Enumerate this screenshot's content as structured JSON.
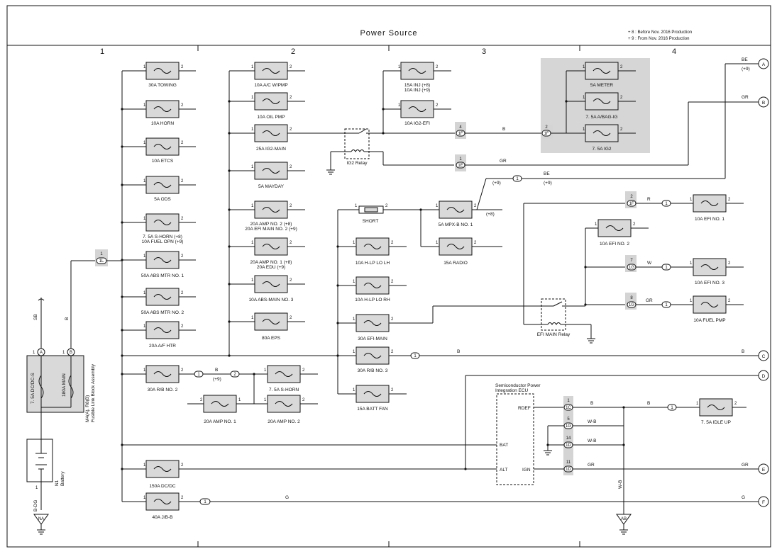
{
  "title": "Power Source",
  "notes": [
    "+ 8 : Before Nov.  2016 Production",
    "+ 9 : From Nov.  2016 Production"
  ],
  "columns": [
    "1",
    "2",
    "3",
    "4"
  ],
  "fuses": {
    "towing": "30A TOWING",
    "horn": "10A HORN",
    "etcs": "10A ETCS",
    "ods": "5A ODS",
    "shorn1": "7. 5A S-HORN (+8)",
    "shorn2": "10A FUEL OPN (+9)",
    "absmtr1": "50A ABS MTR NO. 1",
    "absmtr2": "50A ABS MTR NO. 2",
    "afhtr": "20A A/F HTR",
    "acwpmp": "10A A/C W/PMP",
    "oilpmp": "10A OIL PMP",
    "ig2main": "25A IG2-MAIN",
    "mayday": "5A MAYDAY",
    "amp2a": "20A AMP NO. 2 (+8)",
    "amp2b": "20A EFI MAIN NO. 2 (+9)",
    "amp1a": "20A AMP NO. 1 (+8)",
    "amp1b": "20A EDU (+9)",
    "absmain3": "10A ABS-MAIN NO. 3",
    "eps": "80A EPS",
    "inj1": "15A INJ (+8)",
    "inj2": "10A INJ (+9)",
    "ig2efi": "10A IG2-EFI",
    "short": "SHORT",
    "mpxb": "5A MPX-B NO. 1",
    "radio": "15A RADIO",
    "hlplh": "10A H-LP LO LH",
    "hlprh": "10A H-LP LO RH",
    "efimain": "30A EFI-MAIN",
    "rb3": "30A R/B NO. 3",
    "battfan": "15A BATT FAN",
    "meter": "5A METER",
    "abagig": "7. 5A A/BAG-IG",
    "ig2": "7. 5A IG2",
    "efi1": "10A EFI NO. 1",
    "efi2": "10A EFI NO. 2",
    "efi3": "10A EFI NO. 3",
    "fuelpmp": "10A FUEL PMP",
    "rb2": "30A R/B NO. 2",
    "shorn3": "7. 5A S-HORN",
    "amp1": "20A AMP NO. 1",
    "amp2": "20A AMP NO. 2",
    "dcdc": "150A DC/DC",
    "jbb": "40A J/B-B",
    "idleup": "7. 5A IDLE UP"
  },
  "relays": {
    "ig2": "IG2 Relay",
    "efimain": "EFI MAIN Relay"
  },
  "ecu": {
    "name1": "Semiconductor Power",
    "name2": "Integration ECU",
    "rdef": "RDEF",
    "bat": "BAT",
    "alt": "ALT",
    "ign": "IGN"
  },
  "fusible": {
    "dcdc": "7. 5A DC/DC-S",
    "main": "180A MAIN",
    "name1": "M4(A), R8(B)",
    "name2": "Fusible Link Block Assembly"
  },
  "battery": {
    "code": "N1",
    "name": "Battery"
  },
  "wires": {
    "b": "B",
    "gr": "GR",
    "be": "BE",
    "r": "R",
    "w": "W",
    "g": "G",
    "wb": "W-B",
    "bdg": "B-DG",
    "sb": "SB",
    "p9": "(+9)",
    "p8": "(+8)"
  },
  "connectors": {
    "f4": "1F",
    "f2": "1F",
    "e1": "1E",
    "l1": "1L",
    "g7": "1G",
    "g8": "1G",
    "c1": "1C",
    "g5": "1G",
    "d14": "1D",
    "d11": "1D",
    "one": "1",
    "two": "2"
  },
  "terminals": [
    "A",
    "B",
    "C",
    "D",
    "E",
    "F"
  ],
  "grounds": {
    "na": "NA",
    "ab": "AB"
  },
  "pins": {
    "p1": "1",
    "p2": "2",
    "p4": "4",
    "p5": "5",
    "p7": "7",
    "p8": "8",
    "p11": "11",
    "p14": "14"
  }
}
